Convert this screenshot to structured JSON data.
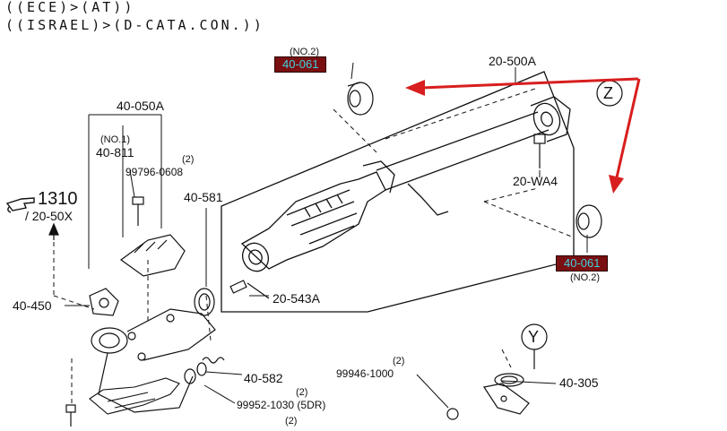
{
  "header": {
    "line1": "((ECE)>(AT))",
    "line2": "((ISRAEL)>(D-CATA.CON.))"
  },
  "labels": {
    "p20_500A": "20-500A",
    "p40_061_top": "40-061",
    "p40_061_top_note": "(NO.2)",
    "p40_050A": "40-050A",
    "p40_811_note": "(NO.1)",
    "p40_811": "40-811",
    "p99796_qty": "(2)",
    "p99796": "99796-0608",
    "p40_581": "40-581",
    "p1310": "1310",
    "p20_50X": "/ 20-50X",
    "p20_WA4": "20-WA4",
    "p40_061_right": "40-061",
    "p40_061_right_note": "(NO.2)",
    "p40_450": "40-450",
    "p20_543A": "20-543A",
    "p40_582": "40-582",
    "p99952_qty": "(2)",
    "p99952": "99952-1030 (5DR)",
    "p99946_qty": "(2)",
    "p99946": "99946-1000",
    "p40_305": "40-305",
    "bottom_qty": "(2)",
    "callout_z": "Z",
    "callout_y": "Y"
  },
  "colors": {
    "highlight_bg": "#7a0f12",
    "highlight_text": "#3fd3e0",
    "arrow": "#d81e1e",
    "line": "#111111"
  },
  "icons": [
    "hand-pointer-icon",
    "red-arrow-icon"
  ]
}
